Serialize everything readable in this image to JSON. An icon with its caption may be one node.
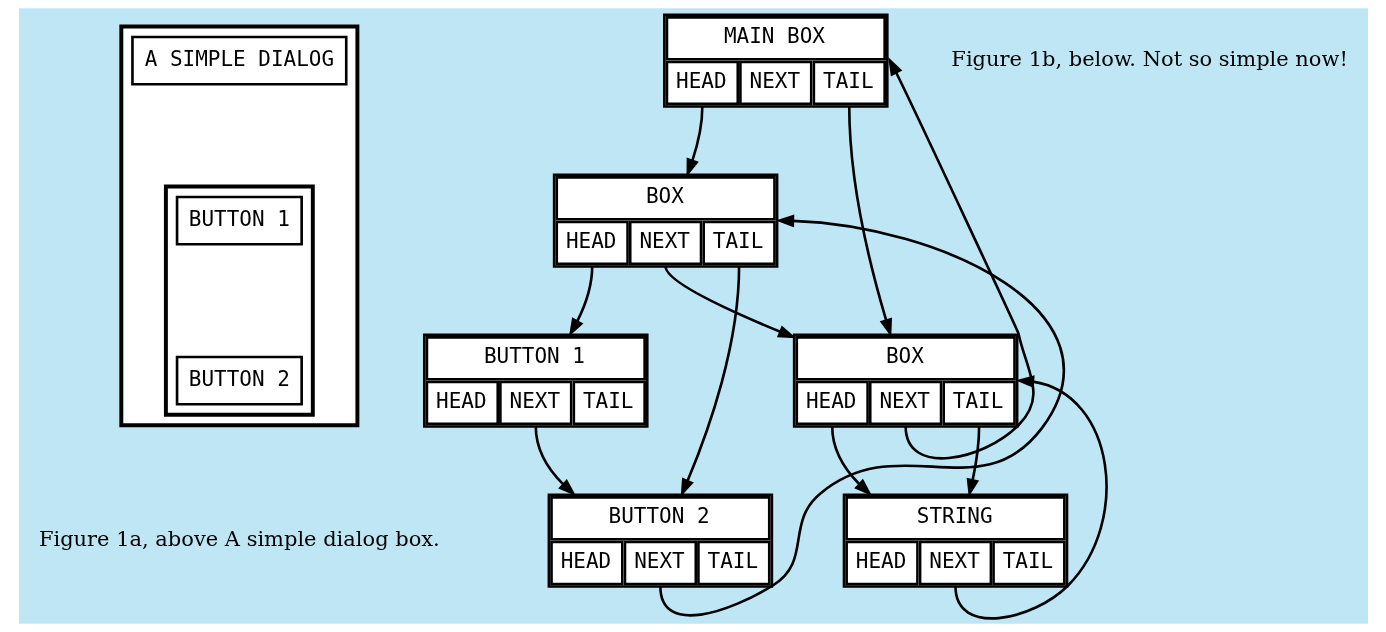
{
  "diagram": {
    "nodes": [
      {
        "text": [],
        "shape": "box"
      },
      {
        "text": [
          "A SIMPLE DIALOG"
        ],
        "in": 0
      },
      {
        "text": [],
        "shape": "box",
        "in": 0
      },
      {
        "text": [
          "BUTTON 1"
        ],
        "in": 2
      },
      {
        "text": [
          "BUTTON 2"
        ],
        "in": 2
      },
      {
        "text": [
          "MAIN BOX",
          "HEAD",
          "NEXT",
          "TAIL"
        ]
      },
      {
        "text": [
          "BOX",
          "HEAD",
          "NEXT",
          "TAIL"
        ]
      },
      {
        "text": [
          "BOX",
          "HEAD",
          "NEXT",
          "TAIL"
        ]
      },
      {
        "text": [
          "BUTTON 1",
          "HEAD",
          "NEXT",
          "TAIL"
        ]
      },
      {
        "text": [
          "BUTTON 2",
          "HEAD",
          "NEXT",
          "TAIL"
        ]
      },
      {
        "text": [
          "STRING",
          "HEAD",
          "NEXT",
          "TAIL"
        ]
      }
    ],
    "edges": [
      {
        "from": 5,
        "to": 6,
        "arrow": "to"
      },
      {
        "from": 5,
        "to": 7,
        "arrow": "to"
      },
      {
        "from": 6,
        "to": 8,
        "arrow": "to"
      },
      {
        "from": 6,
        "to": 9,
        "arrow": "to"
      },
      {
        "from": 6,
        "to": 7,
        "arrow": "to"
      },
      {
        "from": 8,
        "to": 9,
        "arrow": "to"
      },
      {
        "from": 9,
        "to": 6,
        "arrow": "to"
      },
      {
        "from": 7,
        "to": 10,
        "arrow": "to"
      },
      {
        "from": 7,
        "to": 10,
        "arrow": "to"
      },
      {
        "from": 7,
        "to": 5,
        "arrow": "to"
      },
      {
        "from": 10,
        "to": 7,
        "arrow": "to"
      }
    ],
    "labels": [
      "Figure 1b, below. Not so simple now!",
      "Figure 1a, above A simple dialog box."
    ]
  }
}
